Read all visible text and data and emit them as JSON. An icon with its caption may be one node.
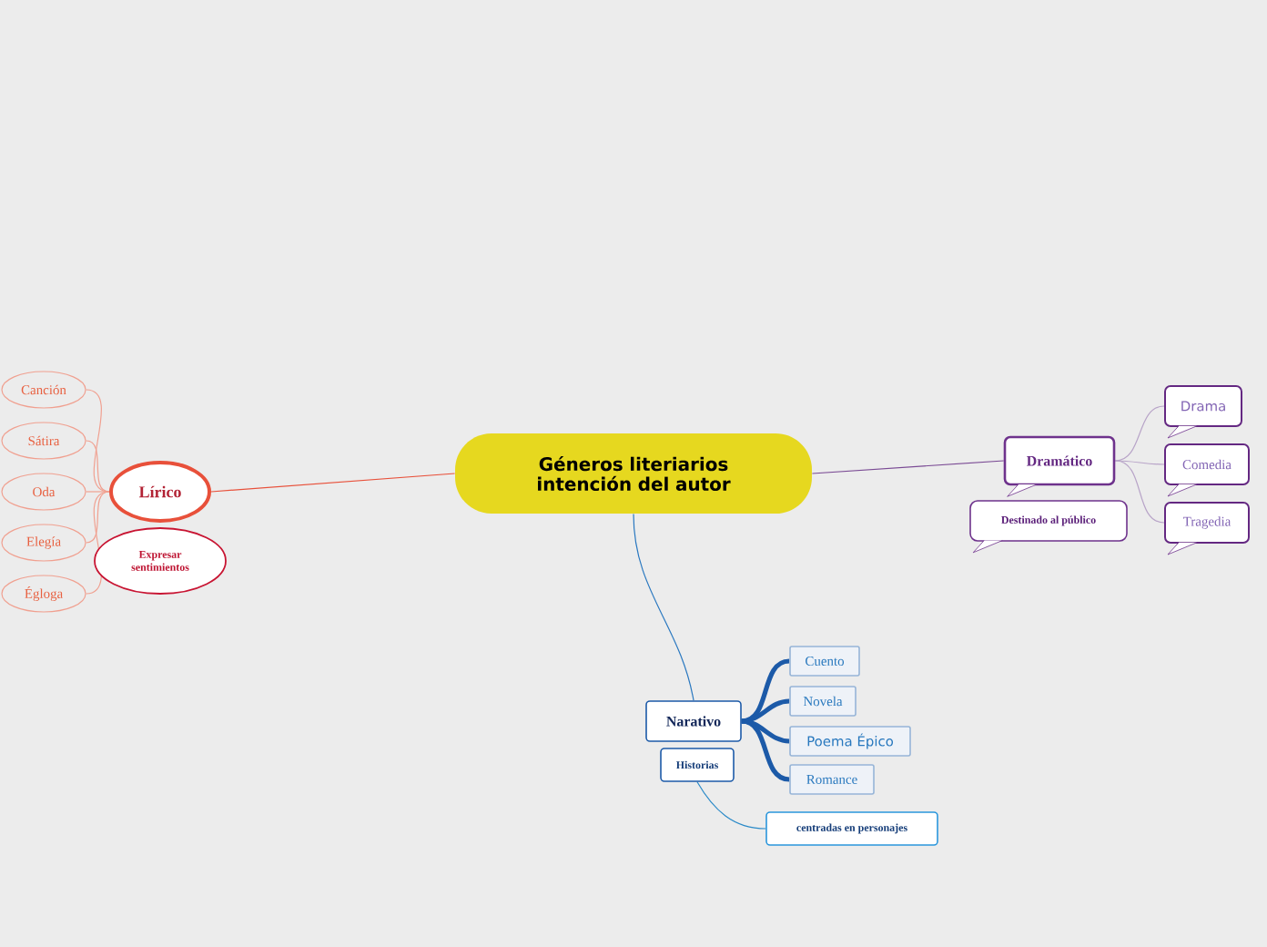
{
  "diagram": {
    "nodes": [
      {
        "text": [
          "Géneros literiarios intención del autor"
        ]
      },
      {
        "text": [
          "Lírico"
        ]
      },
      {
        "text": [
          "Expresar sentimientos"
        ]
      },
      {
        "text": [
          "Canción"
        ]
      },
      {
        "text": [
          "Sátira"
        ]
      },
      {
        "text": [
          "Oda"
        ]
      },
      {
        "text": [
          "Elegía"
        ]
      },
      {
        "text": [
          "Égloga"
        ]
      },
      {
        "text": [
          "Dramático"
        ]
      },
      {
        "text": [
          "Destinado al público"
        ]
      },
      {
        "text": [
          "Drama"
        ]
      },
      {
        "text": [
          "Comedia"
        ]
      },
      {
        "text": [
          "Tragedia"
        ]
      },
      {
        "text": [
          "Narativo"
        ]
      },
      {
        "text": [
          "Historias"
        ]
      },
      {
        "text": [
          "Cuento"
        ]
      },
      {
        "text": [
          "Novela"
        ]
      },
      {
        "text": [
          "Poema Épico"
        ]
      },
      {
        "text": [
          "Romance"
        ]
      },
      {
        "text": [
          "centradas en personajes"
        ]
      }
    ],
    "edges": [
      {
        "from": 0,
        "to": 1,
        "arrow": "none",
        "color": "#e8503a"
      },
      {
        "from": 1,
        "to": 3,
        "arrow": "none",
        "color": "#f0a090"
      },
      {
        "from": 1,
        "to": 4,
        "arrow": "none",
        "color": "#f0a090"
      },
      {
        "from": 1,
        "to": 5,
        "arrow": "none",
        "color": "#f0a090"
      },
      {
        "from": 1,
        "to": 6,
        "arrow": "none",
        "color": "#f0a090"
      },
      {
        "from": 1,
        "to": 7,
        "arrow": "none",
        "color": "#f0a090"
      },
      {
        "from": 0,
        "to": 8,
        "arrow": "none",
        "color": "#7a4a94"
      },
      {
        "from": 8,
        "to": 10,
        "arrow": "none",
        "color": "#b8a4c8"
      },
      {
        "from": 8,
        "to": 11,
        "arrow": "none",
        "color": "#b8a4c8"
      },
      {
        "from": 8,
        "to": 12,
        "arrow": "none",
        "color": "#b8a4c8"
      },
      {
        "from": 0,
        "to": 13,
        "arrow": "none",
        "color": "#2a78c0"
      },
      {
        "from": 13,
        "to": 15,
        "arrow": "none",
        "style": "thick",
        "color": "#1c5aa8"
      },
      {
        "from": 13,
        "to": 16,
        "arrow": "none",
        "style": "thick",
        "color": "#1c5aa8"
      },
      {
        "from": 13,
        "to": 17,
        "arrow": "none",
        "style": "thick",
        "color": "#1c5aa8"
      },
      {
        "from": 13,
        "to": 18,
        "arrow": "none",
        "style": "thick",
        "color": "#1c5aa8"
      },
      {
        "from": 14,
        "to": 19,
        "arrow": "none",
        "color": "#2a8ac8"
      }
    ]
  }
}
